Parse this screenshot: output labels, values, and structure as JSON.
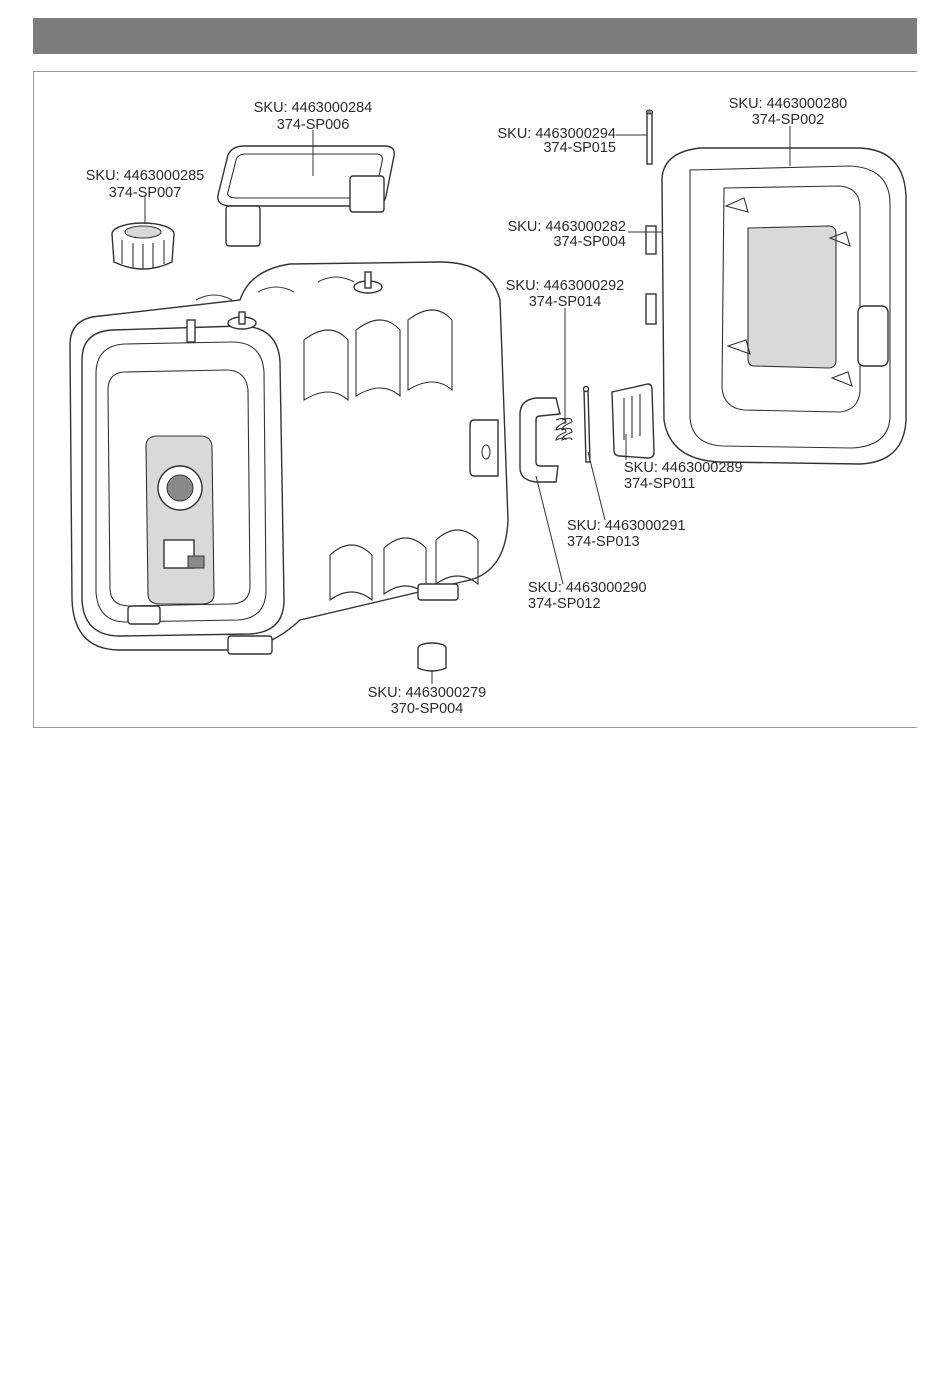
{
  "labels": {
    "sku_284": {
      "sku": "SKU: 4463000284",
      "code": "374-SP006"
    },
    "sku_285": {
      "sku": "SKU: 4463000285",
      "code": "374-SP007"
    },
    "sku_294": {
      "sku": "SKU: 4463000294",
      "code": "374-SP015"
    },
    "sku_280": {
      "sku": "SKU: 4463000280",
      "code": "374-SP002"
    },
    "sku_282": {
      "sku": "SKU: 4463000282",
      "code": "374-SP004"
    },
    "sku_292": {
      "sku": "SKU: 4463000292",
      "code": "374-SP014"
    },
    "sku_289": {
      "sku": "SKU: 4463000289",
      "code": "374-SP011"
    },
    "sku_291": {
      "sku": "SKU: 4463000291",
      "code": "374-SP013"
    },
    "sku_290": {
      "sku": "SKU: 4463000290",
      "code": "374-SP012"
    },
    "sku_279": {
      "sku": "SKU: 4463000279",
      "code": "370-SP004"
    }
  }
}
